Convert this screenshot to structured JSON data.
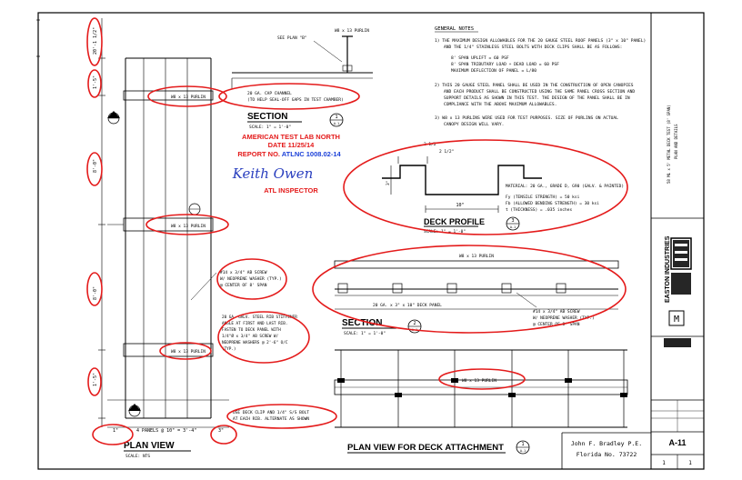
{
  "sheet_number": "A-11",
  "sheet_page": "1",
  "sheet_total": "1",
  "firm_name": "EASTON INDUSTRIES",
  "engineer": {
    "line1": "John F. Bradley P.E.",
    "line2": "Florida No. 73722"
  },
  "drawing_title": {
    "line1": "58 ML x 5' METAL DECK TEST (8' SPAN)",
    "line2": "PLAN AND DETAILS"
  },
  "stamp": {
    "lab": "AMERICAN TEST LAB NORTH",
    "date": "DATE 11/25/14",
    "report_prefix": "REPORT NO. ",
    "report_no": "ATLNC 1008.02-14",
    "signature": "Keith Owen",
    "role": "ATL INSPECTOR"
  },
  "notes": {
    "heading": "GENERAL NOTES",
    "n1": [
      "1)  THE MAXIMUM DESIGN ALLOWABLES FOR THE 20 GAUGE STEEL ROOF PANELS (3\" x 10\" PANEL)",
      "AND THE 1/4\" STAINLESS STEEL BOLTS WITH DECK CLIPS SHALL BE AS FOLLOWS:"
    ],
    "n1_sub": [
      "8' SPAN     UPLIFT = 60 PSF",
      "8' SPAN     TRIBUTARY LOAD + DEAD LOAD = 60 PSF",
      "MAXIMUM DEFLECTION OF PANEL = L/80"
    ],
    "n2": [
      "2)  THIS 20 GAUGE STEEL PANEL SHALL BE USED IN THE CONSTRUCTION OF OPEN CANOPIES",
      "AND EACH PRODUCT SHALL BE CONSTRUCTED USING THE SAME PANEL CROSS SECTION AND",
      "SUPPORT DETAILS AS SHOWN IN THIS TEST. THE DESIGN OF THE PANEL SHALL BE IN",
      "COMPLIANCE WITH THE ABOVE MAXIMUM ALLOWABLES."
    ],
    "n3": [
      "3)  W8 x 13 PURLINS WERE USED FOR TEST PURPOSES. SIZE OF PURLINS ON ACTUAL",
      "CANOPY DESIGN WILL VARY."
    ]
  },
  "deck_profile": {
    "title": "DECK PROFILE",
    "scale": "SCALE: 1\" = 1'-0\"",
    "dims": [
      "2 1/2\"",
      "2 1/2\"",
      "3\"",
      "10\""
    ],
    "material": [
      "MATERIAL: 20 GA., GRADE D, G90 (GALV. & PAINTED)",
      "Fy (TENSILE STRENGTH) = 50 ksi",
      "Fb (ALLOWED BENDING STRENGTH) = 30 ksi",
      "t (THICKNESS) = .035 inches"
    ],
    "bubble": [
      "3",
      "A-1"
    ]
  },
  "section_top": {
    "title": "SECTION",
    "scale": "SCALE: 1\" = 1'-0\"",
    "bubble": [
      "1",
      "A-1"
    ],
    "see_plan": "SEE PLAN \"B\"",
    "purlin": "W8 x 13 PURLIN",
    "channel": [
      "20 GA. CAP CHANNEL",
      "(TO HELP SEAL-OFF GAPS IN TEST CHAMBER)"
    ]
  },
  "section_mid": {
    "title": "SECTION",
    "scale": "SCALE: 1\" = 1'-0\"",
    "bubble": [
      "2",
      "A-1"
    ],
    "purlin": "W8 x 13 PURLIN",
    "deck": "20 GA. x 3\" x 10\" DECK PANEL",
    "screw": [
      "#14 x 3/4\" AB SCREW",
      "W/ NEOPRENE WASHER (TYP.)",
      "@ CENTER OF 8' SPAN"
    ]
  },
  "plan_view": {
    "title": "PLAN VIEW",
    "scale": "SCALE: NTS",
    "dims": [
      "20'-1 1/2\"",
      "1'-5\"",
      "8'-0\"",
      "8'-0\"",
      "1'-5\""
    ],
    "purlins": [
      "W8 x 13 PURLIN",
      "W8 x 13 PURLIN",
      "W8 x 13 PURLIN"
    ],
    "panels": "4 PANELS @ 10\" = 3'-4\"",
    "edge_left": "1\"",
    "edge_right": "3\"",
    "screw": [
      "#14 x 3/4\" AB SCREW",
      "W/ NEOPRENE WASHER (TYP.)",
      "@ CENTER OF 8' SPAN"
    ],
    "stiffener": [
      "20 GA. GALV. STEEL RIB STIFFENER",
      "ANGLE AT FIRST AND LAST RIB.",
      "FASTEN TO DECK PANEL WITH",
      "1/4\"Ø x 3/4\" AB SCREW W/",
      "NEOPRENE WASHERS @ 2'-6\" O/C",
      "(TYP.)"
    ],
    "bubble": [
      "3",
      "A-1"
    ]
  },
  "attachment": {
    "title": "PLAN VIEW FOR DECK ATTACHMENT",
    "bubble": [
      "1",
      "A-1"
    ],
    "purlin": "W8 x 13 PURLIN",
    "clip": [
      "USE DECK CLIP AND 1/4\" S/S BOLT",
      "AT EACH RIB. ALTERNATE AS SHOWN"
    ]
  }
}
